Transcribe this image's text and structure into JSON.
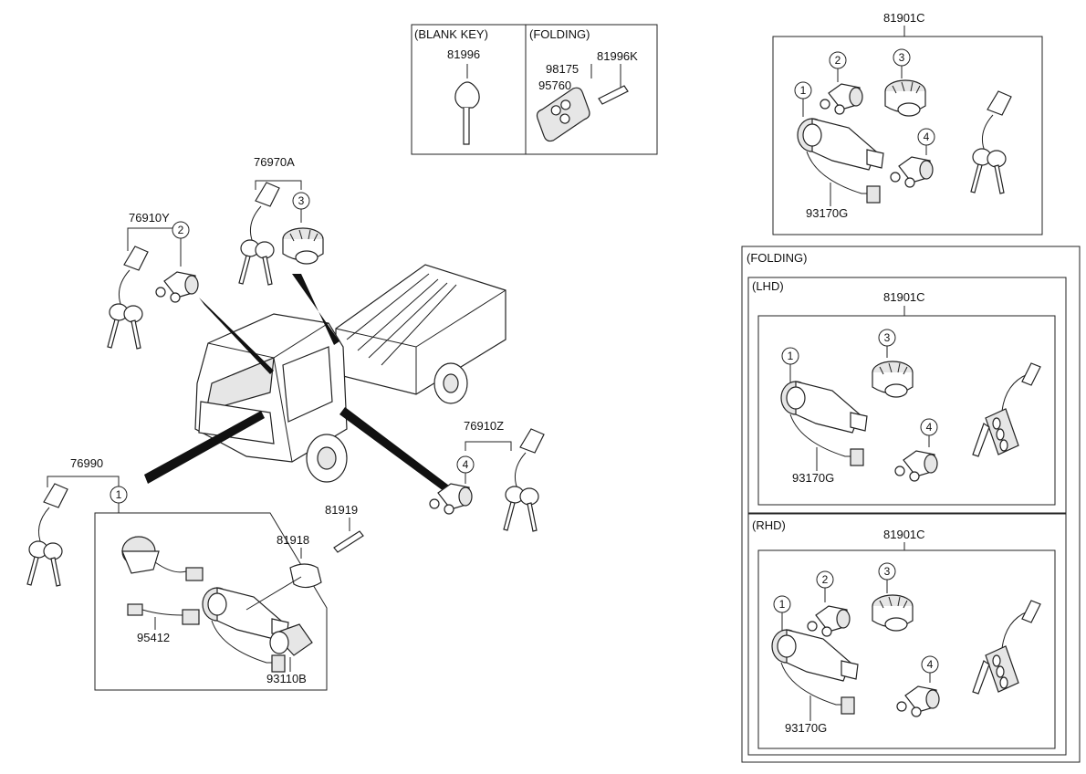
{
  "parts": {
    "p76990": "76990",
    "p76910Y": "76910Y",
    "p76970A": "76970A",
    "p76910Z": "76910Z",
    "p81919": "81919",
    "p81918": "81918",
    "p95412": "95412",
    "p93110B": "93110B",
    "p81996": "81996",
    "p98175": "98175",
    "p81996K": "81996K",
    "p95760": "95760",
    "p81901C": "81901C",
    "p93170G": "93170G"
  },
  "labels": {
    "blank_key": "(BLANK KEY)",
    "folding": "(FOLDING)",
    "lhd": "(LHD)",
    "rhd": "(RHD)"
  },
  "circled": {
    "one": "1",
    "two": "2",
    "three": "3",
    "four": "4"
  }
}
